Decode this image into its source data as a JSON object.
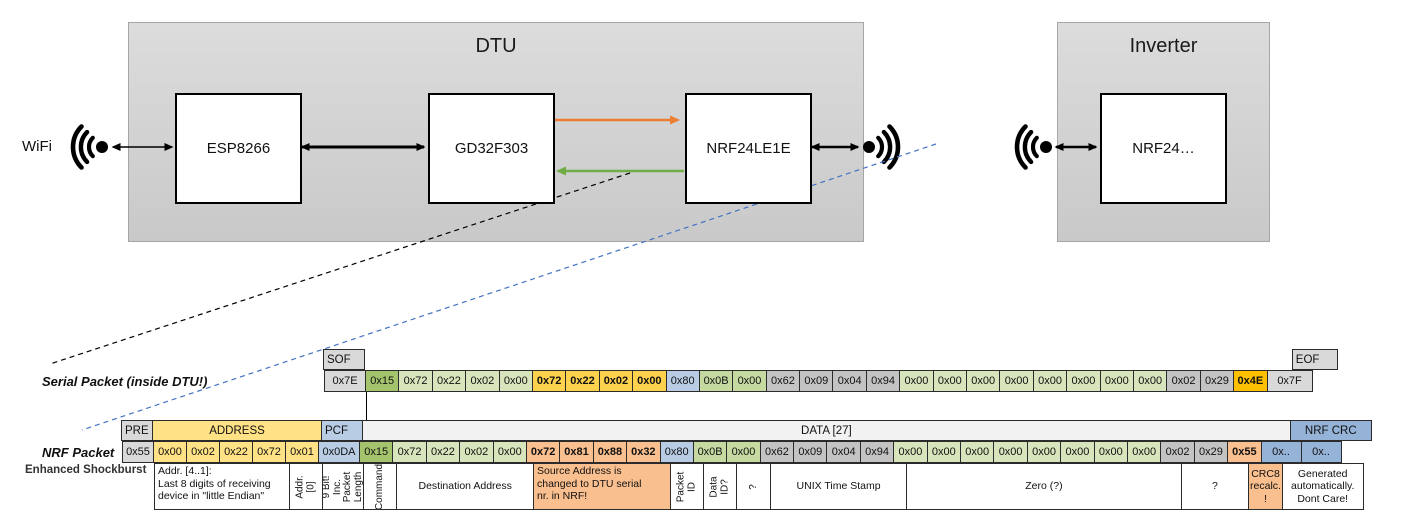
{
  "colors": {
    "gray_header": "#d9d9d9",
    "gray_cell": "#c3c3c3",
    "data_header": "#f2f2f2",
    "green_cmd": "#a3c46c",
    "green_pale": "#d8e4bc",
    "green_mid": "#c5d9a1",
    "yellow": "#ffe285",
    "gold": "#ffd24d",
    "amber": "#ffc000",
    "salmon": "#fabf8f",
    "blue_light": "#b8cce4",
    "blue_mid": "#95b3d7",
    "arrow_orange": "#ed7d31",
    "arrow_green": "#70ad47",
    "dash_blue": "#4472c4"
  },
  "diagram": {
    "wifi_label": "WiFi",
    "dtu": {
      "title": "DTU",
      "chip1": "ESP8266",
      "chip2": "GD32F303",
      "chip3": "NRF24LE1E"
    },
    "inverter": {
      "title": "Inverter",
      "chip1": "NRF24…"
    }
  },
  "serial_packet": {
    "label": "Serial Packet (inside DTU!)",
    "sof_header": "SOF",
    "sof_value": "0x7E",
    "eof_header": "EOF",
    "eof_value": "0x7F",
    "data": [
      "0x15",
      "0x72",
      "0x22",
      "0x02",
      "0x00",
      "0x72",
      "0x22",
      "0x02",
      "0x00",
      "0x80",
      "0x0B",
      "0x00",
      "0x62",
      "0x09",
      "0x04",
      "0x94",
      "0x00",
      "0x00",
      "0x00",
      "0x00",
      "0x00",
      "0x00",
      "0x00",
      "0x00",
      "0x02",
      "0x29",
      "0x4E"
    ],
    "data_classes": [
      "c-cmd",
      "c-pale",
      "c-pale",
      "c-pale",
      "c-pale",
      "c-gold",
      "c-gold",
      "c-gold",
      "c-gold",
      "c-bluel",
      "c-mid",
      "c-mid",
      "c-gray",
      "c-gray",
      "c-gray",
      "c-gray",
      "c-pale",
      "c-pale",
      "c-pale",
      "c-pale",
      "c-pale",
      "c-pale",
      "c-pale",
      "c-pale",
      "c-gray",
      "c-gray",
      "c-amber"
    ]
  },
  "nrf_packet": {
    "label": "NRF Packet",
    "sublabel": "Enhanced Shockburst",
    "pre_header": "PRE",
    "pre_value": "0x55",
    "address_header": "ADDRESS",
    "address_values": [
      "0x00",
      "0x02",
      "0x22",
      "0x72",
      "0x01"
    ],
    "address_classes": [
      "c-yellow",
      "c-yellow",
      "c-yellow",
      "c-yellow",
      "c-yellow"
    ],
    "pcf_header": "PCF",
    "pcf_value": "0x0DA",
    "data_header": "DATA [27]",
    "data": [
      "0x15",
      "0x72",
      "0x22",
      "0x02",
      "0x00",
      "0x72",
      "0x81",
      "0x88",
      "0x32",
      "0x80",
      "0x0B",
      "0x00",
      "0x62",
      "0x09",
      "0x04",
      "0x94",
      "0x00",
      "0x00",
      "0x00",
      "0x00",
      "0x00",
      "0x00",
      "0x00",
      "0x00",
      "0x02",
      "0x29",
      "0x55"
    ],
    "data_classes": [
      "c-cmd",
      "c-pale",
      "c-pale",
      "c-pale",
      "c-pale",
      "c-salmon",
      "c-salmon",
      "c-salmon",
      "c-salmon",
      "c-bluel",
      "c-mid",
      "c-mid",
      "c-gray",
      "c-gray",
      "c-gray",
      "c-gray",
      "c-pale",
      "c-pale",
      "c-pale",
      "c-pale",
      "c-pale",
      "c-pale",
      "c-pale",
      "c-pale",
      "c-gray",
      "c-gray",
      "c-salmon"
    ],
    "crc_header": "NRF CRC",
    "crc_values": [
      "0x..",
      "0x.."
    ],
    "crc_classes": [
      "c-bluem",
      "c-bluem"
    ]
  },
  "annotations": {
    "addr_note": "Addr. [4..1]:\nLast 8 digits of receiving\ndevice in \"little Endian\"",
    "addr0": "Addr.[0]",
    "pcf_note": "9 Bit!\nInc. Packet\nLength",
    "command": "Command",
    "destination": "Destination Address",
    "source_note": "Source Address is\nchanged to DTU serial\nnr. in NRF!",
    "packet_id": "Packet ID",
    "data_id": "Data ID?",
    "q_mid": "?",
    "unix": "UNIX Time Stamp",
    "zero": "Zero (?)",
    "q_tail": "?",
    "crc8_note": "CRC8\nrecalc.\n!",
    "crc_gen_note": "Generated\nautomatically.\nDont Care!"
  }
}
